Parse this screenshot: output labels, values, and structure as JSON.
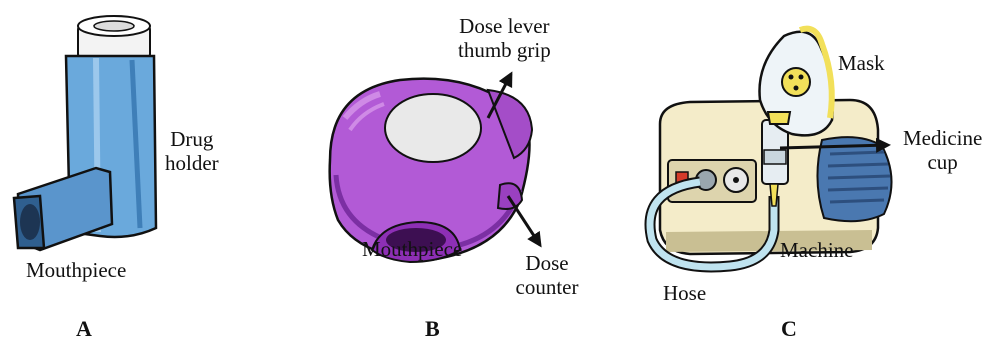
{
  "panels": {
    "a": {
      "letter": "A",
      "labels": {
        "drug_holder_1": "Drug",
        "drug_holder_2": "holder",
        "mouthpiece": "Mouthpiece"
      }
    },
    "b": {
      "letter": "B",
      "labels": {
        "dose_lever_1": "Dose lever",
        "dose_lever_2": "thumb grip",
        "mouthpiece": "Mouthpiece",
        "dose_counter_1": "Dose",
        "dose_counter_2": "counter"
      }
    },
    "c": {
      "letter": "C",
      "labels": {
        "mask": "Mask",
        "medicine_cup_1": "Medicine",
        "medicine_cup_2": "cup",
        "machine": "Machine",
        "hose": "Hose"
      }
    }
  },
  "colors": {
    "inhaler_blue": "#6aa9dc",
    "inhaler_dark": "#2f5f8f",
    "canister_white": "#f3f3f3",
    "disk_purple": "#b25ad6",
    "disk_dark": "#7b2fa3",
    "disk_window": "#e9e9e9",
    "machine_cream": "#f4ecc9",
    "machine_shadow": "#c9bf93",
    "fan_blue": "#4a78b0",
    "mask_yellow": "#f2e05a",
    "mask_white": "#eef4f8",
    "hose_blue": "#bfe3ef"
  },
  "icons": [
    "arrow-icon"
  ]
}
